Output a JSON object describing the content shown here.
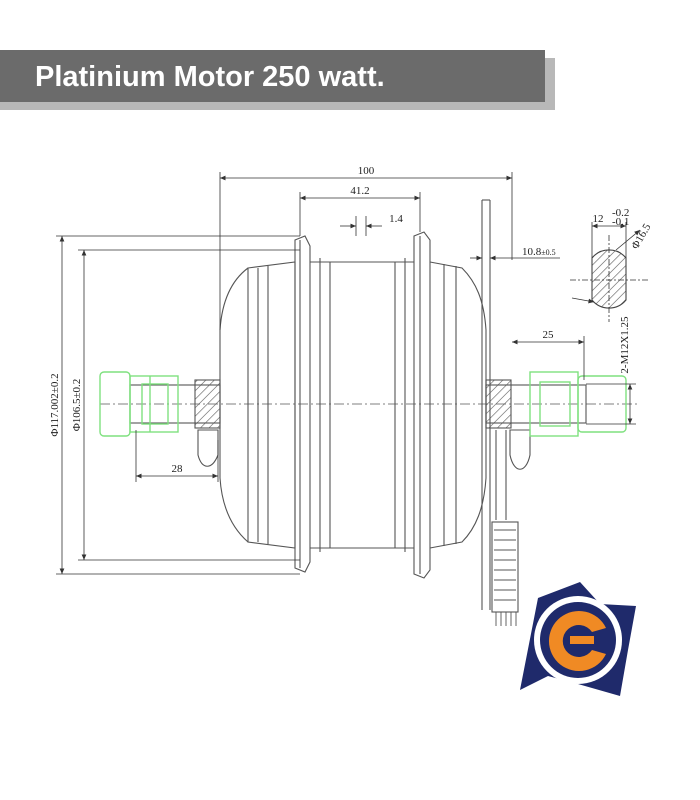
{
  "header": {
    "title": "Platinium Motor 250 watt."
  },
  "dimensions": {
    "overall_width": "100",
    "hub_width": "41.2",
    "gap": "1.4",
    "flange_offset": "10.8",
    "flange_tol": "±0.5",
    "axle_length": "25",
    "left_axle": "28",
    "outer_diameter": "Φ117.002±0.2",
    "inner_diameter": "Φ106.5±0.2",
    "thread": "2-M12X1.25",
    "flat_width": "12",
    "flat_tol_upper": "-0.2",
    "flat_tol_lower": "-0.1",
    "axle_diameter": "Φ16.5"
  },
  "colors": {
    "line": "#555555",
    "highlight": "#7fe07f",
    "logo_navy": "#1f2a6b",
    "logo_orange": "#f08a24"
  },
  "logo": {
    "icon": "compass-c-logo-icon"
  }
}
